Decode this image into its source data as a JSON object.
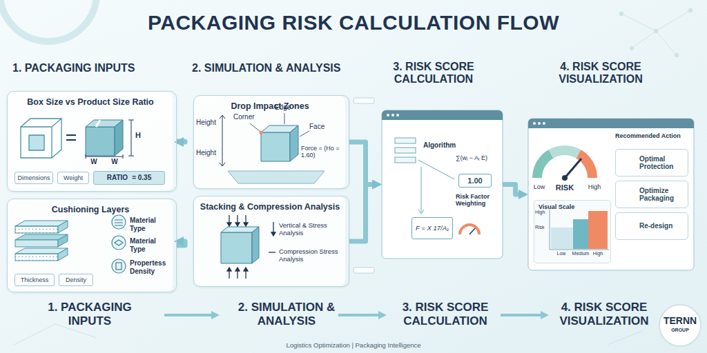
{
  "diagram": {
    "title": "PACKAGING RISK CALCULATION FLOW",
    "caption": "Logistics Optimization | Packaging Intelligence",
    "nodes": [
      {
        "text": [
          "Box Size vs Product Size Ratio"
        ]
      },
      {
        "text": [
          "Dimensions"
        ],
        "in": 0
      },
      {
        "text": [
          "Weight"
        ],
        "in": 0
      },
      {
        "text": [
          "RATIO",
          "= 0.35"
        ],
        "in": 0
      },
      {
        "text": [
          "Cushioning Layers"
        ]
      },
      {
        "text": [
          "Thickness"
        ],
        "in": 4
      },
      {
        "text": [
          "Density"
        ],
        "in": 4
      },
      {
        "text": [
          "Drop Impact Zones"
        ]
      },
      {
        "text": [
          "Stacking & Compression Analysis"
        ]
      },
      {
        "text": [
          "Algorithm",
          "∑(wᵢ − Aᵢ E)",
          "Risk Factor Weighting"
        ]
      },
      {
        "text": [
          "1.00"
        ],
        "in": 9
      },
      {
        "text": [
          "F = X 17/A₁"
        ],
        "in": 9
      },
      {
        "text": [
          "Recommended Action"
        ]
      },
      {
        "text": [
          "Visual Scale"
        ],
        "in": 12
      },
      {
        "text": [
          "Optimal Protection"
        ],
        "in": 12
      },
      {
        "text": [
          "Optimize Packaging"
        ],
        "in": 12
      },
      {
        "text": [
          "Re-design"
        ],
        "in": 12
      }
    ],
    "edges": [
      {
        "from": 0,
        "to": 7,
        "arrow": "to"
      },
      {
        "from": 4,
        "to": 8,
        "arrow": "to"
      },
      {
        "from": 7,
        "to": 9,
        "arrow": "to"
      },
      {
        "from": 8,
        "to": 9,
        "arrow": "to"
      },
      {
        "from": 9,
        "to": 12,
        "arrow": "to"
      }
    ],
    "labels": [
      "1. PACKAGING INPUTS",
      "2. SIMULATION & ANALYSIS",
      "3. RISK SCORE CALCULATION",
      "4. RISK SCORE VISUALIZATION",
      "H",
      "W",
      "W",
      "Material Type",
      "Material Type",
      "Propertess Density",
      "Height",
      "Corner",
      "Edge",
      "Face",
      "Height",
      "Force = (Ho = 1.60)",
      "Vertical & Stress Analysis",
      "Compression Stress Analysis",
      "Low",
      "RISK",
      "High",
      "High",
      "Risk",
      "Low",
      "Medium",
      "High",
      "1. PACKAGING INPUTS",
      "2. SIMULATION & ANALYSIS",
      "3. RISK SCORE CALCULATION",
      "4. RISK SCORE VISUALIZATION",
      "TERNN",
      "GROUP"
    ]
  }
}
